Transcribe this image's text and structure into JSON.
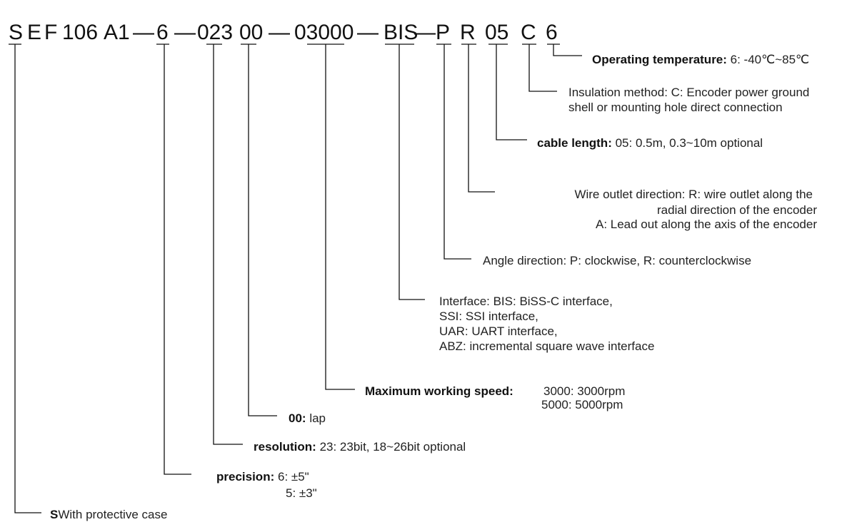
{
  "code": {
    "seg_s": "S",
    "seg_e": "E",
    "seg_f": "F",
    "seg_106": "106",
    "seg_a1": "A1",
    "dash1": "—",
    "seg_6": "6",
    "dash2": "—",
    "seg_023": "023",
    "seg_00": "00",
    "dash3": "—",
    "seg_03000": "03000",
    "dash4": "—",
    "seg_bis": "BIS",
    "dash5": "—",
    "seg_p": "P",
    "seg_r": "R",
    "seg_05": "05",
    "seg_c": "C",
    "seg_6b": "6"
  },
  "annotations": {
    "operating_temperature": {
      "key": "Operating temperature",
      "sep": ":",
      "value": " 6:  -40℃~85℃"
    },
    "insulation_method": {
      "line1": "Insulation method: C: Encoder power ground",
      "line2": "shell or mounting hole direct connection"
    },
    "cable_length": {
      "key": "cable length",
      "sep": ":",
      "value": " 05:  0.5m,  0.3~10m optional"
    },
    "wire_outlet": {
      "line1": "Wire outlet direction: R: wire outlet along the",
      "line2": "radial direction of the encoder",
      "line3": "A: Lead out along the axis of the encoder"
    },
    "angle_direction": {
      "text": "Angle direction: P: clockwise, R: counterclockwise"
    },
    "interface": {
      "line1": "Interface: BIS: BiSS-C interface,",
      "line2": "SSI: SSI interface,",
      "line3": "UAR: UART interface,",
      "line4": "ABZ: incremental square wave interface"
    },
    "max_speed": {
      "key": "Maximum working speed",
      "sep": ":",
      "value1": "3000: 3000rpm",
      "value2": "5000: 5000rpm"
    },
    "lap": {
      "key": "00",
      "sep": ":",
      "value": " lap"
    },
    "resolution": {
      "key": "resolution",
      "sep": ":",
      "value": " 23: 23bit,  18~26bit optional"
    },
    "precision": {
      "key": "precision",
      "sep": ":",
      "value1": " 6:  ±5\"",
      "value2": " 5:  ±3\""
    },
    "protective_case": {
      "key": "S",
      "value": "With protective case"
    }
  }
}
